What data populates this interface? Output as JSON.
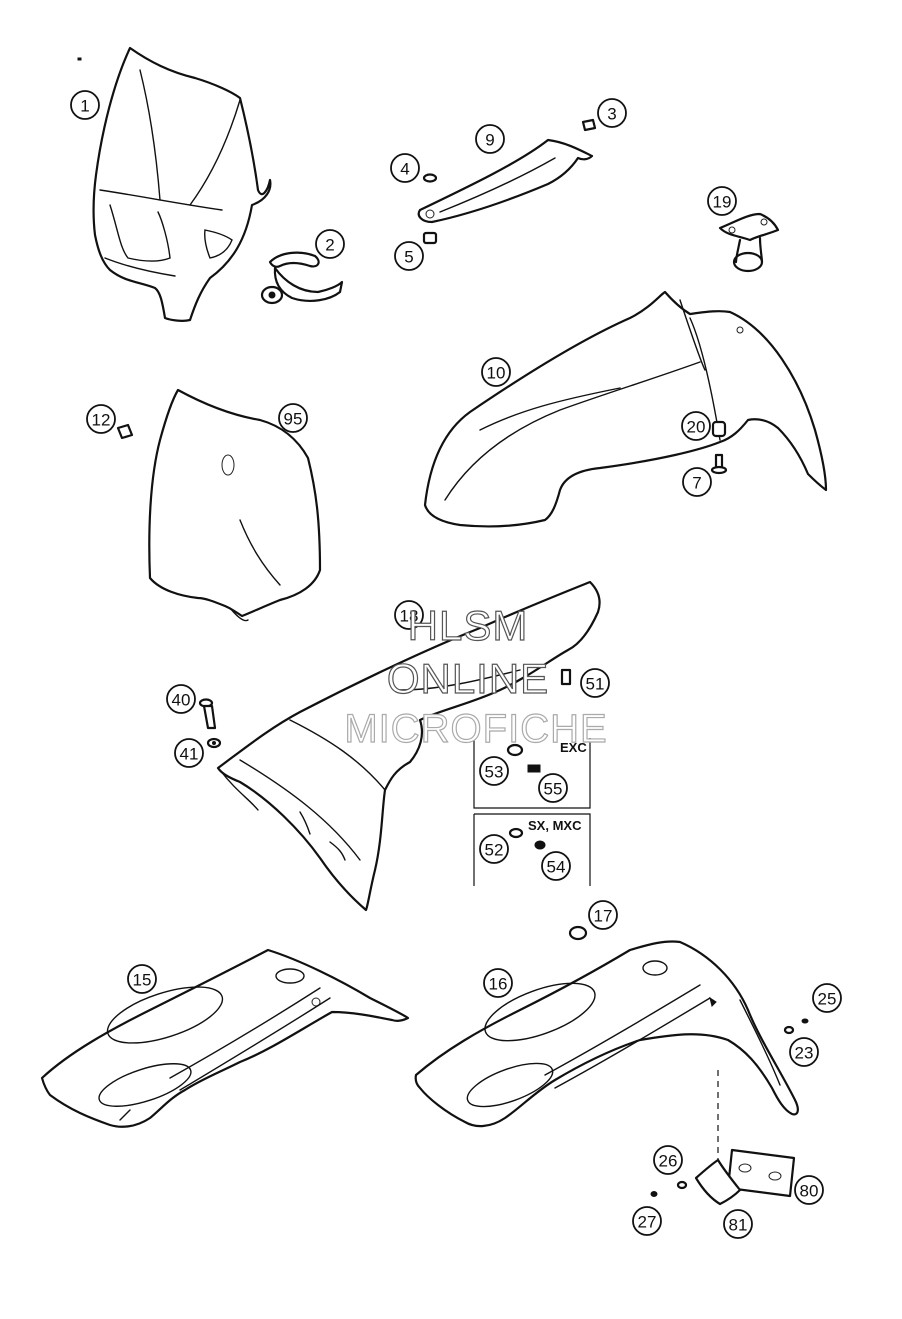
{
  "callouts": [
    {
      "label": "1"
    },
    {
      "label": "2"
    },
    {
      "label": "3"
    },
    {
      "label": "4"
    },
    {
      "label": "5"
    },
    {
      "label": "9"
    },
    {
      "label": "19"
    },
    {
      "label": "10"
    },
    {
      "label": "12"
    },
    {
      "label": "95"
    },
    {
      "label": "20"
    },
    {
      "label": "7"
    },
    {
      "label": "18"
    },
    {
      "label": "51"
    },
    {
      "label": "40"
    },
    {
      "label": "41"
    },
    {
      "label": "53"
    },
    {
      "label": "55"
    },
    {
      "label": "52"
    },
    {
      "label": "54"
    },
    {
      "label": "17"
    },
    {
      "label": "15"
    },
    {
      "label": "16"
    },
    {
      "label": "25"
    },
    {
      "label": "23"
    },
    {
      "label": "26"
    },
    {
      "label": "80"
    },
    {
      "label": "27"
    },
    {
      "label": "81"
    }
  ],
  "variant_boxes": {
    "exc_label": "EXC",
    "sx_mxc_label": "SX, MXC"
  },
  "watermark": {
    "line1": "HLSM",
    "line2": "ONLINE",
    "line3": "MICROFICHE"
  }
}
